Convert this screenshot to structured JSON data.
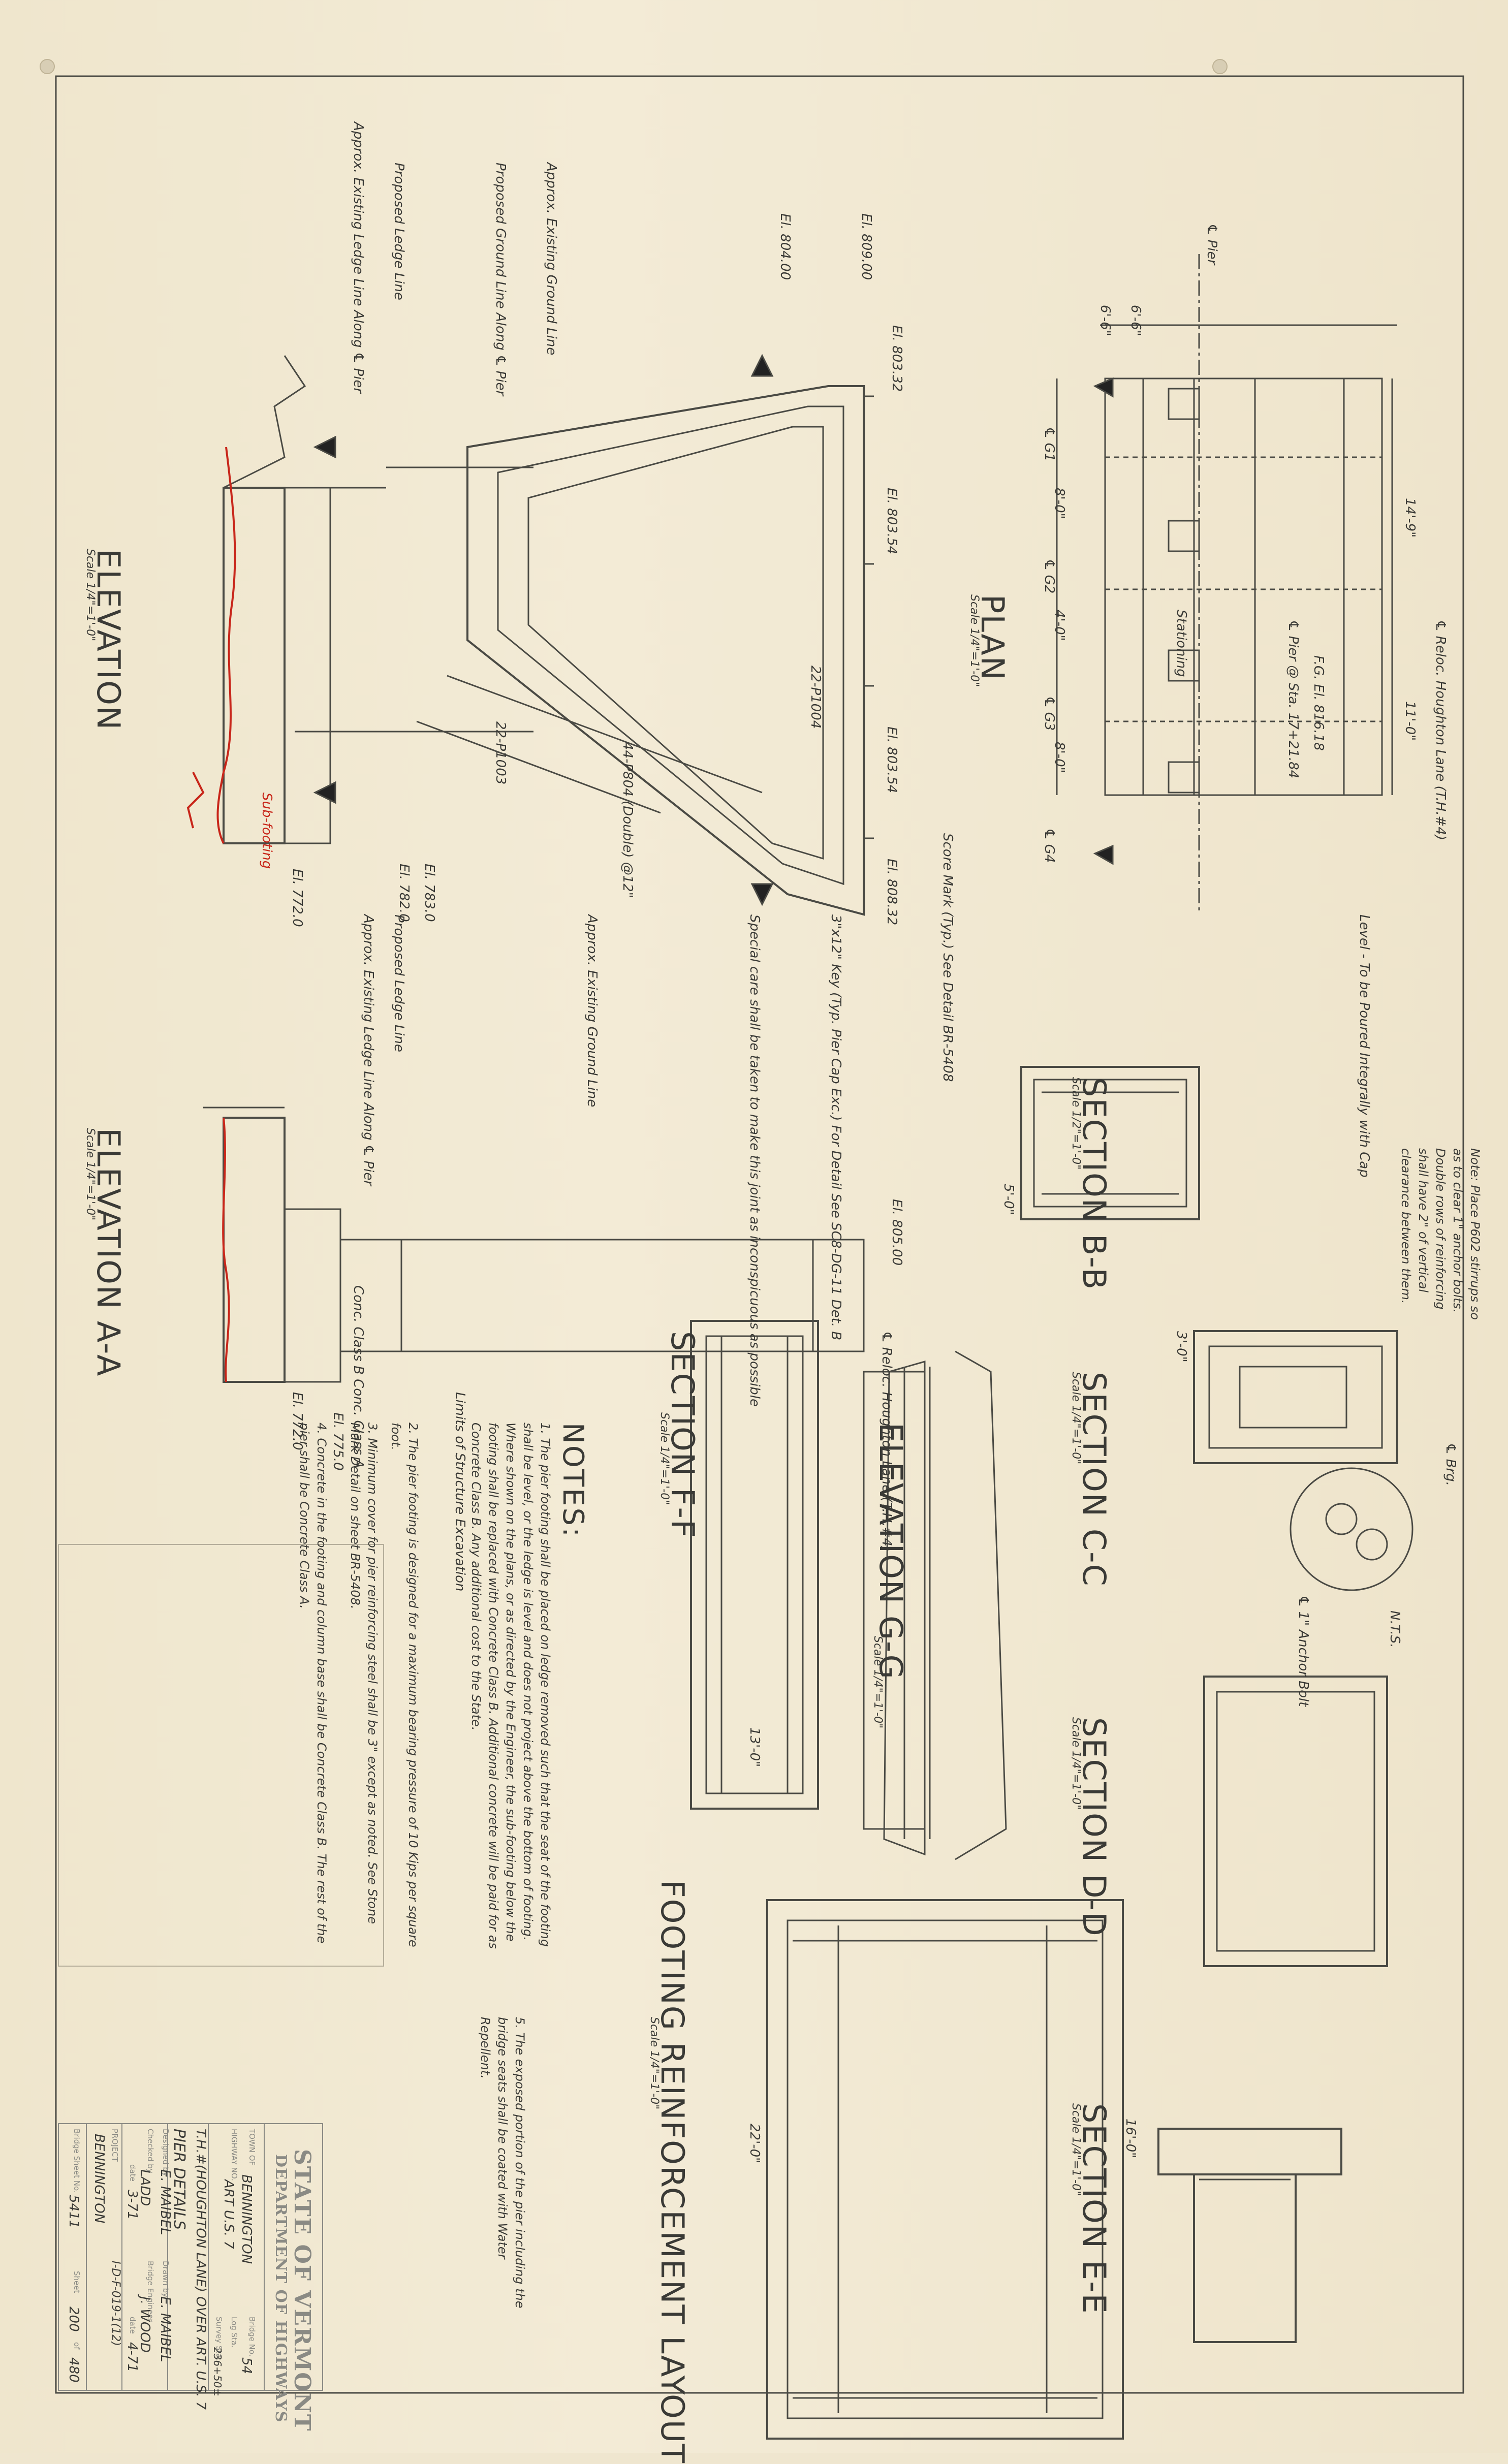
{
  "title_block": {
    "state": "STATE OF VERMONT",
    "department": "DEPARTMENT OF HIGHWAYS",
    "town_label": "TOWN OF",
    "town": "BENNINGTON",
    "bridge_no_label": "Bridge No.",
    "bridge_no": "54",
    "highway_label": "HIGHWAY NO.",
    "highway": "ART U.S. 7",
    "log_sta_label": "Log Sta.",
    "survey_sta_label": "Survey Sta.",
    "survey_sta": "236+50±",
    "crossing": "T.H.#(HOUGHTON LANE) OVER ART. U.S. 7",
    "sheet_title": "PIER  DETAILS",
    "designed_label": "Designed by",
    "designed": "E. MAIBEL",
    "drawn_label": "Drawn by",
    "drawn": "E. MAIBEL",
    "checked_label": "Checked by",
    "checked": "LADD",
    "date1_label": "date",
    "date1": "3-71",
    "bridge_engineer_label": "Bridge Engineer",
    "bridge_engineer": "J. WOOD",
    "date2_label": "date",
    "date2": "4-71",
    "project_label": "PROJECT",
    "project": "BENNINGTON",
    "project_no": "I-D-F-019-1(12)",
    "bridge_sheet_label": "Bridge Sheet No.",
    "bridge_sheet": "5411",
    "sheet_label": "Sheet",
    "sheet": "200",
    "of_label": "of",
    "of": "480"
  },
  "views": {
    "plan": {
      "title": "PLAN",
      "scale": "Scale 1/4\"=1'-0\""
    },
    "elevation": {
      "title": "ELEVATION",
      "scale": "Scale 1/4\"=1'-0\""
    },
    "elevation_aa": {
      "title": "ELEVATION A-A",
      "scale": "Scale 1/4\"=1'-0\""
    },
    "section_bb": {
      "title": "SECTION B-B",
      "scale": "Scale 1/2\"=1'-0\""
    },
    "section_cc": {
      "title": "SECTION C-C",
      "scale": "Scale 1/4\"=1'-0\""
    },
    "section_dd": {
      "title": "SECTION D-D",
      "scale": "Scale 1/4\"=1'-0\""
    },
    "section_ee": {
      "title": "SECTION E-E",
      "scale": "Scale 1/4\"=1'-0\""
    },
    "section_ff": {
      "title": "SECTION F-F",
      "scale": "Scale 1/4\"=1'-0\""
    },
    "elevation_gg": {
      "title": "ELEVATION G-G",
      "scale": "Scale 1/4\"=1'-0\""
    },
    "footing": {
      "title": "FOOTING REINFORCEMENT LAYOUT",
      "scale": "Scale 1/4\"=1'-0\""
    }
  },
  "notes": {
    "header": "NOTES:",
    "items": [
      "1. The pier footing shall be placed on ledge removed such that the seat of the footing shall be level, or the ledge is level and does not project above the bottom of footing. Where shown on the plans, or as directed by the Engineer, the sub-footing below the footing shall be replaced with Concrete Class B. Additional concrete will be paid for as Concrete Class B. Any additional cost to the State.",
      "2. The pier footing is designed for a maximum bearing pressure of 10 Kips per square foot.",
      "3. Minimum cover for pier reinforcing steel shall be 3\" except as noted. See Stone Mark Detail on sheet BR-5408.",
      "4. Concrete in the footing and column base shall be Concrete Class B. The rest of the pier shall be Concrete Class A.",
      "5. The exposed portion of the pier including the bridge seats shall be coated with Water Repellent."
    ]
  },
  "labels": {
    "pier_cl": "℄ Pier",
    "relocated_lane": "℄ Reloc. Houghton Lane (T.H.#4)",
    "dim_6_6a": "6'-6\"",
    "dim_6_6b": "6'-6\"",
    "dim_14_9": "14'-9\"",
    "dim_11_0": "11'-0\"",
    "dim_8_0a": "8'-0\"",
    "dim_8_0b": "8'-0\"",
    "dim_4_0": "4'-0\"",
    "stationing": "Stationing",
    "pier_sta": "℄ Pier @ Sta. 17+21.84",
    "fg_el": "F.G. El. 816.18",
    "girders": [
      "℄ G1",
      "℄ G2",
      "℄ G3",
      "℄ G4"
    ],
    "el_809": "El. 809.00",
    "el_804": "El. 804.00",
    "el_80332": "El. 803.32",
    "el_80354a": "El. 803.54",
    "el_80354b": "El. 803.54",
    "el_80832": "El. 808.32",
    "el_772": "El. 772.0",
    "el_7720b": "El. 772.0",
    "el_7750": "El. 775.0",
    "el_7830": "El. 783.0",
    "el_7820": "El. 782.0",
    "el_80500": "El. 805.00",
    "approx_ground": "Approx. Existing Ground Line",
    "proposed_ground": "Proposed Ground Line Along ℄ Pier",
    "proposed_ledge": "Proposed Ledge Line",
    "approx_ledge": "Approx. Existing Ledge Line Along ℄ Pier",
    "keyway": "3\"x12\" Key (Typ. Pier Cap Exc.) For Detail See SC8-DG-11 Det. B",
    "special_care": "Special care shall be taken to make this joint as inconspicuous as possible",
    "score_mark": "Score Mark (Typ.) See Detail BR-5408",
    "sub_footing": "Sub-footing",
    "level_pour": "Level - To be Poured Integrally with Cap",
    "bearing_note": "Note: Place P602 stirrups so as to clear 1\" anchor bolts. Double rows of reinforcing shall have 2\" of vertical clearance between them.",
    "bars_p1004": "22-P1004",
    "bars_p1003": "22-P1003",
    "bars_p804": "44-P804 (Double) @12\"",
    "nts": "N.T.S.",
    "anchor_bolt": "℄ 1\" Anchor Bolt",
    "cl_brg": "℄ Brg.",
    "footing_22": "22'-0\"",
    "footing_13": "13'-0\"",
    "footing_16": "16'-0\"",
    "dim_3_0": "3'-0\"",
    "dim_5_0": "5'-0\"",
    "structure_exc": "Limits of Structure Excavation",
    "conc_class": "Conc. Class B   Conc. Class A"
  }
}
